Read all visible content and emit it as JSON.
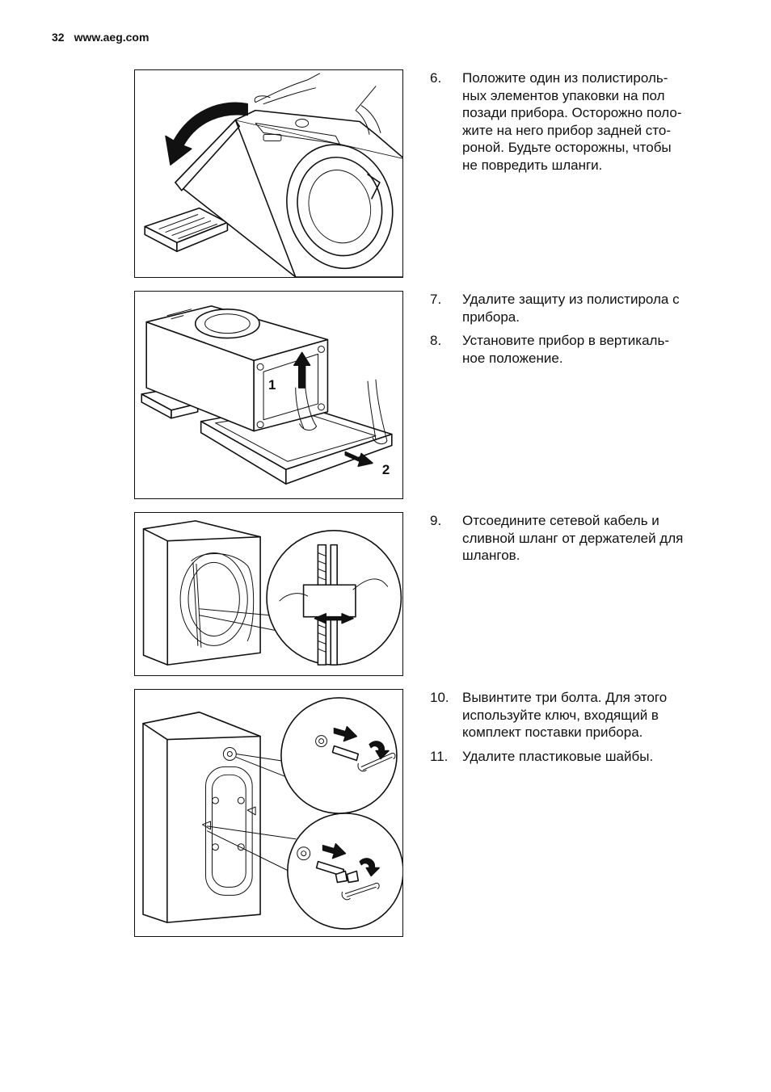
{
  "header": {
    "page_number": "32",
    "url": "www.aeg.com"
  },
  "steps": [
    {
      "num": "6.",
      "text": "Положите один из полистироль-\nных элементов упаковки на пол\nпозади прибора. Осторожно поло-\nжите на него прибор задней сто-\nроной. Будьте осторожны, чтобы\nне повредить шланги."
    },
    {
      "num": "7.",
      "text": "Удалите защиту из полистирола с\nприбора."
    },
    {
      "num": "8.",
      "text": "Установите прибор в вертикаль-\nное положение."
    },
    {
      "num": "9.",
      "text": "Отсоедините сетевой кабель и\nсливной шланг от держателей для\nшлангов."
    },
    {
      "num": "10.",
      "text": "Вывинтите три болта. Для этого\nиспользуйте ключ, входящий в\nкомплект поставки прибора."
    },
    {
      "num": "11.",
      "text": "Удалите пластиковые шайбы."
    }
  ],
  "figures": {
    "fig2": {
      "label_1": "1",
      "label_2": "2"
    }
  }
}
